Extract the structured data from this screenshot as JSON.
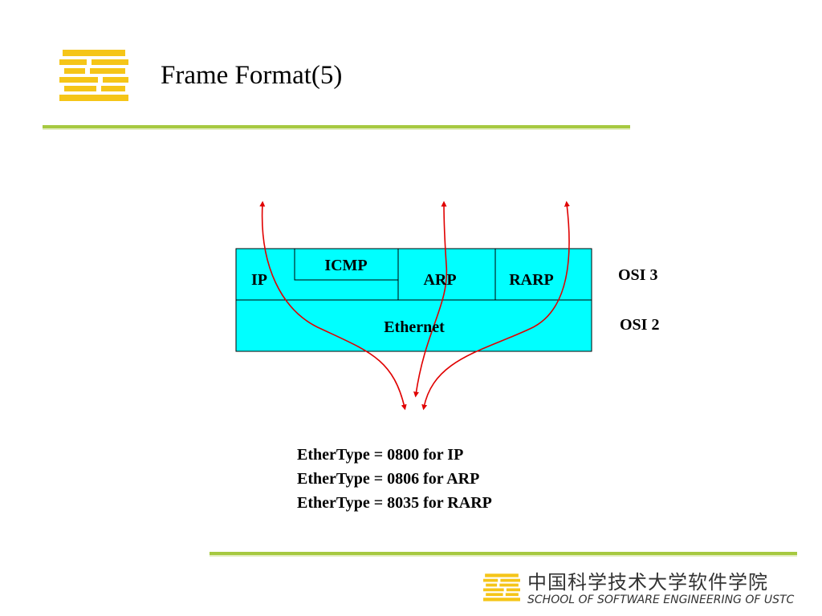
{
  "slide": {
    "title": "Frame Format(5)"
  },
  "diagram": {
    "layers": {
      "ip": "IP",
      "icmp": "ICMP",
      "arp": "ARP",
      "rarp": "RARP",
      "ethernet": "Ethernet"
    },
    "osi_labels": {
      "layer3": "OSI 3",
      "layer2": "OSI 2"
    },
    "colors": {
      "box_fill": "#00ffff",
      "arrow": "#e00000",
      "rule": "#a6c940",
      "logo": "#f5c518"
    }
  },
  "ethertypes": [
    "EtherType = 0800 for IP",
    "EtherType = 0806 for ARP",
    "EtherType = 8035 for RARP"
  ],
  "footer": {
    "chinese_name": "中国科学技术大学软件学院",
    "english_name": "SCHOOL OF SOFTWARE ENGINEERING OF USTC"
  }
}
